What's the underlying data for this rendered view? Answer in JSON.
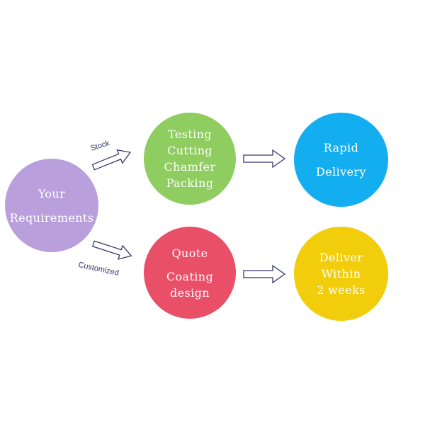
{
  "nodes": {
    "requirements": {
      "lines": [
        "Your",
        "Requirements"
      ],
      "color": "#b9a0dc"
    },
    "process": {
      "lines": [
        "Testing",
        "Cutting",
        "Chamfer",
        "Packing"
      ],
      "color": "#8fcd60"
    },
    "rapid": {
      "lines": [
        "Rapid",
        "Delivery"
      ],
      "color": "#13aef0"
    },
    "quote": {
      "lines": [
        "Quote",
        "Coating",
        "design"
      ],
      "color": "#ea4f68"
    },
    "deliver": {
      "lines": [
        "Deliver",
        "Within",
        "2 weeks"
      ],
      "color": "#f1cd0c"
    }
  },
  "branches": {
    "stock": "Stock",
    "customized": "Customized"
  },
  "arrow_color": "#34366e"
}
